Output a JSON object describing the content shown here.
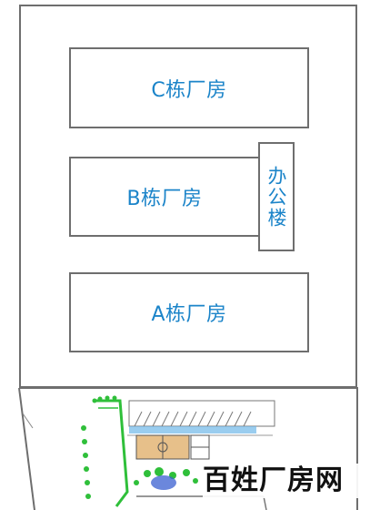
{
  "buildings": {
    "c": "C栋厂房",
    "b": "B栋厂房",
    "a": "A栋厂房",
    "office": "办公楼"
  },
  "watermark": "百姓厂房网",
  "colors": {
    "outline": "#6e6e6e",
    "label": "#1b84c9",
    "green": "#2fbf3a",
    "court": "#e7c08a"
  }
}
